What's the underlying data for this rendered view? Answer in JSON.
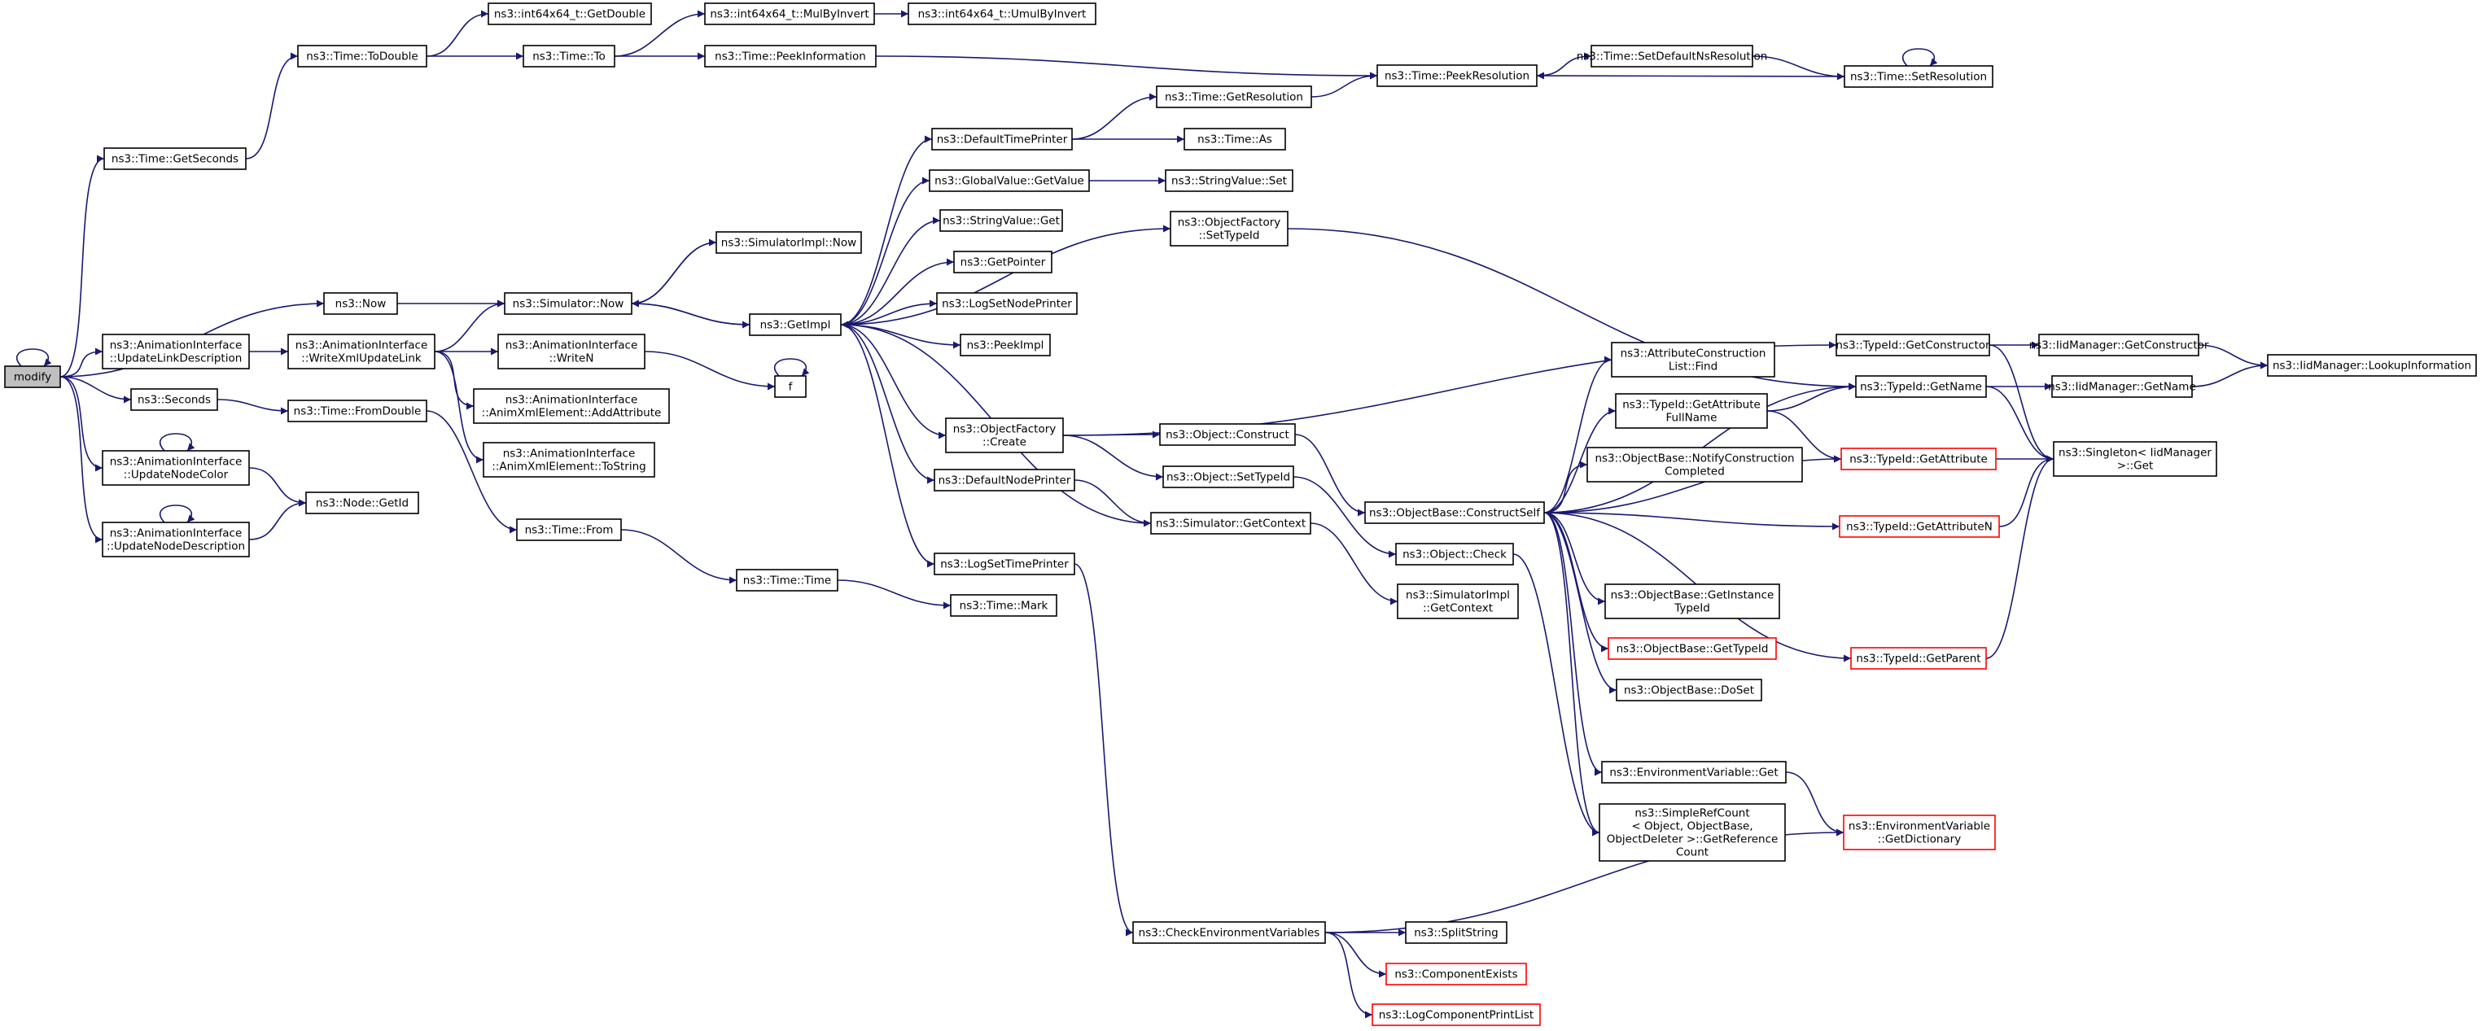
{
  "nodes": [
    {
      "id": "modify",
      "lines": [
        "modify"
      ],
      "root": true
    },
    {
      "id": "getseconds",
      "lines": [
        "ns3::Time::GetSeconds"
      ]
    },
    {
      "id": "todouble",
      "lines": [
        "ns3::Time::ToDouble"
      ]
    },
    {
      "id": "getdouble",
      "lines": [
        "ns3::int64x64_t::GetDouble"
      ]
    },
    {
      "id": "timeto",
      "lines": [
        "ns3::Time::To"
      ]
    },
    {
      "id": "mulbyinvert",
      "lines": [
        "ns3::int64x64_t::MulByInvert"
      ]
    },
    {
      "id": "umulbyinvert",
      "lines": [
        "ns3::int64x64_t::UmulByInvert"
      ]
    },
    {
      "id": "peekinfo",
      "lines": [
        "ns3::Time::PeekInformation"
      ]
    },
    {
      "id": "peekres",
      "lines": [
        "ns3::Time::PeekResolution"
      ]
    },
    {
      "id": "setdefaultns",
      "lines": [
        "ns3::Time::SetDefaultNsResolution"
      ]
    },
    {
      "id": "setres",
      "lines": [
        "ns3::Time::SetResolution"
      ]
    },
    {
      "id": "getres",
      "lines": [
        "ns3::Time::GetResolution"
      ]
    },
    {
      "id": "defaulttimeprinter",
      "lines": [
        "ns3::DefaultTimePrinter"
      ]
    },
    {
      "id": "timeas",
      "lines": [
        "ns3::Time::As"
      ]
    },
    {
      "id": "gvgetvalue",
      "lines": [
        "ns3::GlobalValue::GetValue"
      ]
    },
    {
      "id": "svset",
      "lines": [
        "ns3::StringValue::Set"
      ]
    },
    {
      "id": "svget",
      "lines": [
        "ns3::StringValue::Get"
      ]
    },
    {
      "id": "simimplnow",
      "lines": [
        "ns3::SimulatorImpl::Now"
      ]
    },
    {
      "id": "getpointer",
      "lines": [
        "ns3::GetPointer"
      ]
    },
    {
      "id": "ofsettypeid",
      "lines": [
        "ns3::ObjectFactory",
        "::SetTypeId"
      ]
    },
    {
      "id": "now",
      "lines": [
        "ns3::Now"
      ]
    },
    {
      "id": "simnow",
      "lines": [
        "ns3::Simulator::Now"
      ]
    },
    {
      "id": "logsetnodeprinter",
      "lines": [
        "ns3::LogSetNodePrinter"
      ]
    },
    {
      "id": "getimpl",
      "lines": [
        "ns3::GetImpl"
      ]
    },
    {
      "id": "peekimpl",
      "lines": [
        "ns3::PeekImpl"
      ]
    },
    {
      "id": "updatelinkdesc",
      "lines": [
        "ns3::AnimationInterface",
        "::UpdateLinkDescription"
      ]
    },
    {
      "id": "writexmlupdatelink",
      "lines": [
        "ns3::AnimationInterface",
        "::WriteXmlUpdateLink"
      ]
    },
    {
      "id": "writen",
      "lines": [
        "ns3::AnimationInterface",
        "::WriteN"
      ]
    },
    {
      "id": "tidgetconstructor",
      "lines": [
        "ns3::TypeId::GetConstructor"
      ]
    },
    {
      "id": "iidgetconstructor",
      "lines": [
        "ns3::IidManager::GetConstructor"
      ]
    },
    {
      "id": "attrconstructfind",
      "lines": [
        "ns3::AttributeConstruction",
        "List::Find"
      ]
    },
    {
      "id": "lookupinfo",
      "lines": [
        "ns3::IidManager::LookupInformation"
      ]
    },
    {
      "id": "f",
      "lines": [
        "f"
      ]
    },
    {
      "id": "tidgetname",
      "lines": [
        "ns3::TypeId::GetName"
      ]
    },
    {
      "id": "iidgetname",
      "lines": [
        "ns3::IidManager::GetName"
      ]
    },
    {
      "id": "seconds",
      "lines": [
        "ns3::Seconds"
      ]
    },
    {
      "id": "addattribute",
      "lines": [
        "ns3::AnimationInterface",
        "::AnimXmlElement::AddAttribute"
      ]
    },
    {
      "id": "fromdouble",
      "lines": [
        "ns3::Time::FromDouble"
      ]
    },
    {
      "id": "tidgetattrfullname",
      "lines": [
        "ns3::TypeId::GetAttribute",
        "FullName"
      ]
    },
    {
      "id": "ofcreate",
      "lines": [
        "ns3::ObjectFactory",
        "::Create"
      ]
    },
    {
      "id": "objconstruct",
      "lines": [
        "ns3::Object::Construct"
      ]
    },
    {
      "id": "tostring",
      "lines": [
        "ns3::AnimationInterface",
        "::AnimXmlElement::ToString"
      ]
    },
    {
      "id": "updatenodecolor",
      "lines": [
        "ns3::AnimationInterface",
        "::UpdateNodeColor"
      ]
    },
    {
      "id": "tidgetattribute",
      "lines": [
        "ns3::TypeId::GetAttribute"
      ],
      "red": true
    },
    {
      "id": "singletonget",
      "lines": [
        "ns3::Singleton< IidManager",
        " >::Get"
      ]
    },
    {
      "id": "notifyconstruct",
      "lines": [
        "ns3::ObjectBase::NotifyConstruction",
        "Completed"
      ]
    },
    {
      "id": "objsettypeid",
      "lines": [
        "ns3::Object::SetTypeId"
      ]
    },
    {
      "id": "defaultnodeprinter",
      "lines": [
        "ns3::DefaultNodePrinter"
      ]
    },
    {
      "id": "nodegetid",
      "lines": [
        "ns3::Node::GetId"
      ]
    },
    {
      "id": "constructself",
      "lines": [
        "ns3::ObjectBase::ConstructSelf"
      ]
    },
    {
      "id": "simgetcontext",
      "lines": [
        "ns3::Simulator::GetContext"
      ]
    },
    {
      "id": "updatenodedesc",
      "lines": [
        "ns3::AnimationInterface",
        "::UpdateNodeDescription"
      ]
    },
    {
      "id": "timefrom",
      "lines": [
        "ns3::Time::From"
      ]
    },
    {
      "id": "tidgetattributen",
      "lines": [
        "ns3::TypeId::GetAttributeN"
      ],
      "red": true
    },
    {
      "id": "objcheck",
      "lines": [
        "ns3::Object::Check"
      ]
    },
    {
      "id": "logsettimeprinter",
      "lines": [
        "ns3::LogSetTimePrinter"
      ]
    },
    {
      "id": "timetime",
      "lines": [
        "ns3::Time::Time"
      ]
    },
    {
      "id": "simimplgetcontext",
      "lines": [
        "ns3::SimulatorImpl",
        "::GetContext"
      ]
    },
    {
      "id": "getinstancetypeid",
      "lines": [
        "ns3::ObjectBase::GetInstance",
        "TypeId"
      ]
    },
    {
      "id": "timemark",
      "lines": [
        "ns3::Time::Mark"
      ]
    },
    {
      "id": "obgettypeid",
      "lines": [
        "ns3::ObjectBase::GetTypeId"
      ],
      "red": true
    },
    {
      "id": "tidgetparent",
      "lines": [
        "ns3::TypeId::GetParent"
      ],
      "red": true
    },
    {
      "id": "obdoset",
      "lines": [
        "ns3::ObjectBase::DoSet"
      ]
    },
    {
      "id": "envget",
      "lines": [
        "ns3::EnvironmentVariable::Get"
      ]
    },
    {
      "id": "envgetdict",
      "lines": [
        "ns3::EnvironmentVariable",
        "::GetDictionary"
      ],
      "red": true
    },
    {
      "id": "getrefcount",
      "lines": [
        "ns3::SimpleRefCount",
        "< Object, ObjectBase,",
        "ObjectDeleter >::GetReference",
        "Count"
      ]
    },
    {
      "id": "checkenv",
      "lines": [
        "ns3::CheckEnvironmentVariables"
      ]
    },
    {
      "id": "splitstring",
      "lines": [
        "ns3::SplitString"
      ]
    },
    {
      "id": "componentexists",
      "lines": [
        "ns3::ComponentExists"
      ],
      "red": true
    },
    {
      "id": "logcomponentprintlist",
      "lines": [
        "ns3::LogComponentPrintList"
      ],
      "red": true
    }
  ],
  "edges": [
    [
      "modify",
      "modify"
    ],
    [
      "modify",
      "getseconds"
    ],
    [
      "modify",
      "now"
    ],
    [
      "modify",
      "updatelinkdesc"
    ],
    [
      "modify",
      "seconds"
    ],
    [
      "modify",
      "updatenodecolor"
    ],
    [
      "modify",
      "updatenodedesc"
    ],
    [
      "getseconds",
      "todouble"
    ],
    [
      "todouble",
      "getdouble"
    ],
    [
      "todouble",
      "timeto"
    ],
    [
      "timeto",
      "mulbyinvert"
    ],
    [
      "timeto",
      "peekinfo"
    ],
    [
      "mulbyinvert",
      "umulbyinvert"
    ],
    [
      "peekinfo",
      "peekres"
    ],
    [
      "peekres",
      "setdefaultns"
    ],
    [
      "setdefaultns",
      "setres"
    ],
    [
      "setres",
      "setres"
    ],
    [
      "setres",
      "peekres"
    ],
    [
      "getres",
      "peekres"
    ],
    [
      "defaulttimeprinter",
      "getres"
    ],
    [
      "defaulttimeprinter",
      "timeas"
    ],
    [
      "gvgetvalue",
      "svset"
    ],
    [
      "simimplnow",
      "simnow"
    ],
    [
      "now",
      "simnow"
    ],
    [
      "simnow",
      "simimplnow"
    ],
    [
      "simnow",
      "getimpl"
    ],
    [
      "getimpl",
      "simnow"
    ],
    [
      "getimpl",
      "defaulttimeprinter"
    ],
    [
      "getimpl",
      "gvgetvalue"
    ],
    [
      "getimpl",
      "svget"
    ],
    [
      "getimpl",
      "getpointer"
    ],
    [
      "getimpl",
      "logsetnodeprinter"
    ],
    [
      "getimpl",
      "peekimpl"
    ],
    [
      "getimpl",
      "ofsettypeid"
    ],
    [
      "getimpl",
      "ofcreate"
    ],
    [
      "getimpl",
      "defaultnodeprinter"
    ],
    [
      "getimpl",
      "logsettimeprinter"
    ],
    [
      "ofsettypeid",
      "tidgetname"
    ],
    [
      "updatelinkdesc",
      "writexmlupdatelink"
    ],
    [
      "writexmlupdatelink",
      "simnow"
    ],
    [
      "writexmlupdatelink",
      "writen"
    ],
    [
      "writexmlupdatelink",
      "addattribute"
    ],
    [
      "writexmlupdatelink",
      "tostring"
    ],
    [
      "writen",
      "f"
    ],
    [
      "f",
      "f"
    ],
    [
      "tidgetconstructor",
      "iidgetconstructor"
    ],
    [
      "tidgetconstructor",
      "singletonget"
    ],
    [
      "iidgetconstructor",
      "lookupinfo"
    ],
    [
      "tidgetname",
      "iidgetname"
    ],
    [
      "tidgetname",
      "singletonget"
    ],
    [
      "iidgetname",
      "lookupinfo"
    ],
    [
      "seconds",
      "fromdouble"
    ],
    [
      "fromdouble",
      "timefrom"
    ],
    [
      "timefrom",
      "timetime"
    ],
    [
      "timetime",
      "timemark"
    ],
    [
      "tidgetattrfullname",
      "tidgetname"
    ],
    [
      "tidgetattrfullname",
      "tidgetattribute"
    ],
    [
      "ofcreate",
      "tidgetconstructor"
    ],
    [
      "ofcreate",
      "objconstruct"
    ],
    [
      "ofcreate",
      "objsettypeid"
    ],
    [
      "objconstruct",
      "constructself"
    ],
    [
      "updatenodecolor",
      "updatenodecolor"
    ],
    [
      "updatenodecolor",
      "nodegetid"
    ],
    [
      "tidgetattribute",
      "singletonget"
    ],
    [
      "objsettypeid",
      "objcheck"
    ],
    [
      "defaultnodeprinter",
      "simgetcontext"
    ],
    [
      "simgetcontext",
      "getimpl"
    ],
    [
      "simgetcontext",
      "simimplgetcontext"
    ],
    [
      "constructself",
      "tidgetname"
    ],
    [
      "constructself",
      "attrconstructfind"
    ],
    [
      "constructself",
      "tidgetattrfullname"
    ],
    [
      "constructself",
      "notifyconstruct"
    ],
    [
      "constructself",
      "tidgetattribute"
    ],
    [
      "constructself",
      "tidgetattributen"
    ],
    [
      "constructself",
      "getinstancetypeid"
    ],
    [
      "constructself",
      "obgettypeid"
    ],
    [
      "constructself",
      "obdoset"
    ],
    [
      "constructself",
      "tidgetparent"
    ],
    [
      "constructself",
      "envget"
    ],
    [
      "constructself",
      "getrefcount"
    ],
    [
      "updatenodedesc",
      "updatenodedesc"
    ],
    [
      "updatenodedesc",
      "nodegetid"
    ],
    [
      "tidgetattributen",
      "singletonget"
    ],
    [
      "objcheck",
      "getrefcount"
    ],
    [
      "logsettimeprinter",
      "checkenv"
    ],
    [
      "tidgetparent",
      "singletonget"
    ],
    [
      "envget",
      "envgetdict"
    ],
    [
      "checkenv",
      "envgetdict"
    ],
    [
      "checkenv",
      "splitstring"
    ],
    [
      "checkenv",
      "componentexists"
    ],
    [
      "checkenv",
      "logcomponentprintlist"
    ]
  ]
}
